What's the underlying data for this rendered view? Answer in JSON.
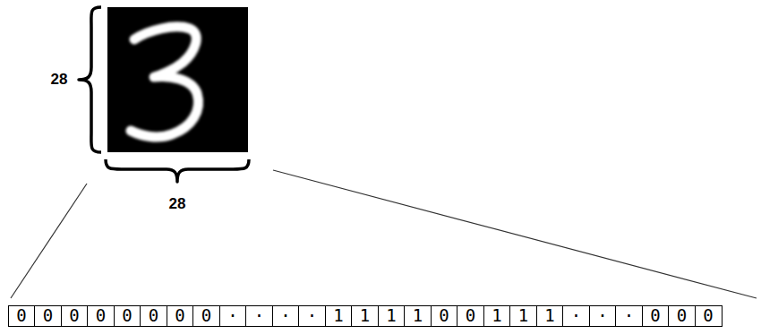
{
  "diagram": {
    "labels": [
      "28",
      "28",
      "0",
      "0",
      "0",
      "0",
      "0",
      "0",
      "0",
      "0",
      "·",
      "·",
      "·",
      "·",
      "1",
      "1",
      "1",
      "1",
      "0",
      "0",
      "1",
      "1",
      "1",
      "·",
      "·",
      "·",
      "0",
      "0",
      "0"
    ]
  }
}
